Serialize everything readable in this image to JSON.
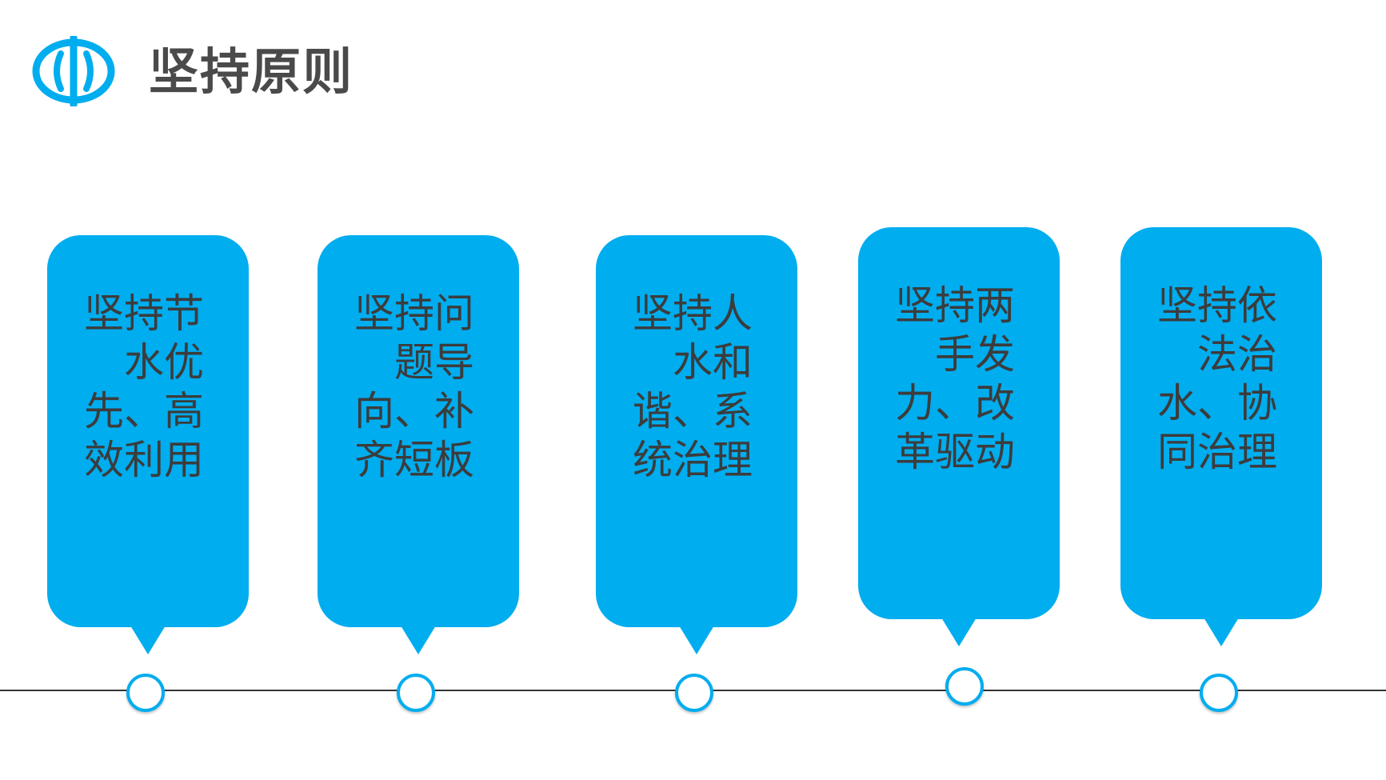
{
  "header": {
    "title": "坚持原则",
    "logo_icon": "water-logo-icon"
  },
  "colors": {
    "accent": "#00adef",
    "title_text": "#4a4a4a",
    "card_text": "#3c3c3c",
    "timeline": "#333333"
  },
  "principles": [
    {
      "text": "坚持节水优先、高效利用"
    },
    {
      "text": "坚持问题导向、补齐短板"
    },
    {
      "text": "坚持人水和谐、系统治理"
    },
    {
      "text": "坚持两手发力、改革驱动"
    },
    {
      "text": "坚持依法治水、协同治理"
    }
  ]
}
